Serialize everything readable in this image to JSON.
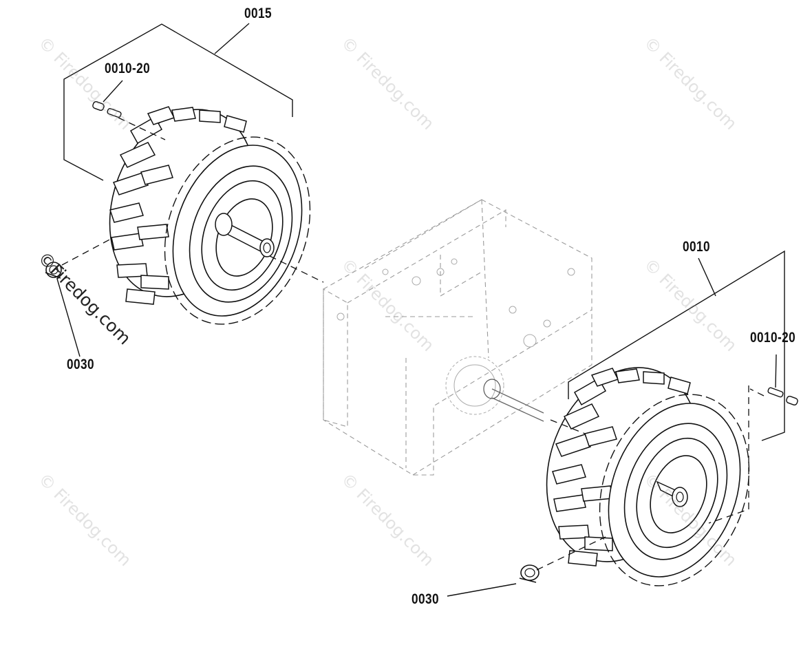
{
  "callouts": {
    "wheel_assembly_left": "0015",
    "valve_stem_left": "0010-20",
    "clip_left": "0030",
    "wheel_assembly_right": "0010",
    "valve_stem_right": "0010-20",
    "clip_right": "0030"
  },
  "watermark": {
    "text": "© Firedog.com",
    "strong_text": "©Firedog.com"
  }
}
